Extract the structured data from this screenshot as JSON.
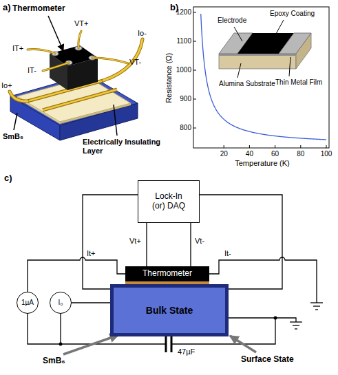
{
  "diagram": {
    "nodes": [
      {
        "text": [
          "Lock-In (or) DAQ"
        ]
      },
      {
        "text": [
          "Thermometer"
        ]
      },
      {
        "text": [
          "Bulk State"
        ]
      },
      {
        "text": [
          "1µA"
        ]
      },
      {
        "text": [
          "I₀"
        ]
      }
    ],
    "edges": [
      {
        "from": 0,
        "to": 1,
        "arrow": "none"
      },
      {
        "from": 0,
        "to": 1,
        "arrow": "none"
      },
      {
        "from": 3,
        "to": 1,
        "arrow": "none"
      },
      {
        "from": 4,
        "to": 2,
        "arrow": "none"
      }
    ],
    "labels": [
      "a)",
      "Thermometer",
      "VT+",
      "Io-",
      "IT+",
      "VT-",
      "IT-",
      "Io+",
      "SmB₆",
      "Electrically Insulating Layer",
      "b)",
      "Resistance (Ω)",
      "Temperature (K)",
      "1200",
      "1100",
      "1000",
      "900",
      "800",
      "20",
      "40",
      "60",
      "80",
      "100",
      "Electrode",
      "Epoxy Coating",
      "Alumina Substrate",
      "Thin Metal Film",
      "c)",
      "Vt+",
      "Vt-",
      "It+",
      "It-",
      "47µF",
      "SmB₆",
      "Surface State"
    ]
  }
}
